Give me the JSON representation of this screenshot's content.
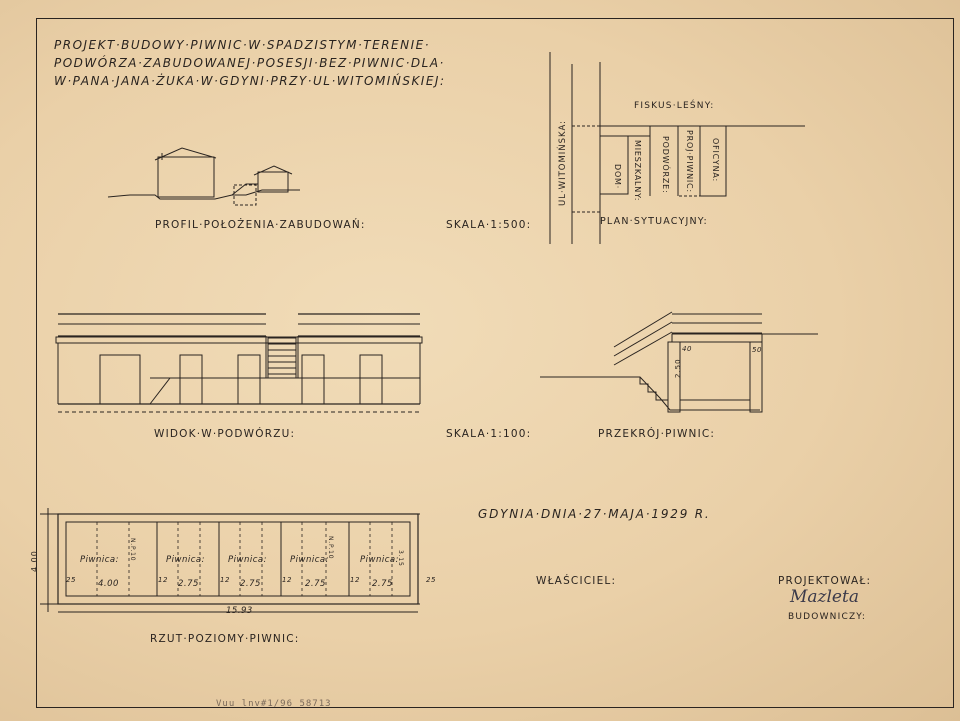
{
  "title": {
    "line1": "Projekt·budowy·piwnic·w·spadzistym·terenie·",
    "line2": "podwórza·zabudowanej·posesji·bez·piwnic·dla·",
    "line3": "w·pana·jana·żuka·w·gdyni·przy·ul·witomińskiej:"
  },
  "profile": {
    "caption": "Profil·położenia·zabudowań:"
  },
  "site_plan": {
    "scale": "Skala·1:500:",
    "caption": "Plan·sytuacyjny:",
    "street": "UL·Witomińska:",
    "fiscus": "Fiskus·leśny:",
    "dom": "Dom·",
    "mieszkalny": "mieszkalny:",
    "podworze": "Podwórze:",
    "proj_piwnic": "Proj·piwnic:",
    "oficyna": "Oficyna:"
  },
  "elevation": {
    "caption": "Widok·w·podwórzu:"
  },
  "section": {
    "scale": "Skala·1:100:",
    "caption": "Przekrój·piwnic:",
    "dim_left": "40",
    "dim_right": "50",
    "dim_height": "2.50"
  },
  "floor_plan": {
    "caption": "Rzut·poziomy·piwnic:",
    "cells": [
      {
        "label": "Piwnica:",
        "width": "4.00",
        "sep": "12"
      },
      {
        "label": "Piwnica:",
        "width": "2.75",
        "sep": "12"
      },
      {
        "label": "Piwnica:",
        "width": "2.75",
        "sep": "12"
      },
      {
        "label": "Piwnica:",
        "width": "2.75",
        "sep": "12"
      },
      {
        "label": "Piwnica:",
        "width": "2.75",
        "sep": ""
      }
    ],
    "vertical_dim": "4.00",
    "total_length": "15.93",
    "wall_left": "25",
    "wall_right": "25",
    "note_a": "N.P.10",
    "note_b": "N.P.10",
    "note_c": "3.15"
  },
  "date": "Gdynia·dnia·27·maja·1929 r.",
  "owner_label": "Właściciel:",
  "designer_label": "Projektował:",
  "designer_title": "Budowniczy:",
  "signature": "Mazleta",
  "archive_stamp": "Vuu lnv#1/96 58713",
  "colors": {
    "paper": "#ead0a8",
    "ink": "#2a2420",
    "signature": "#3b3a4a"
  }
}
